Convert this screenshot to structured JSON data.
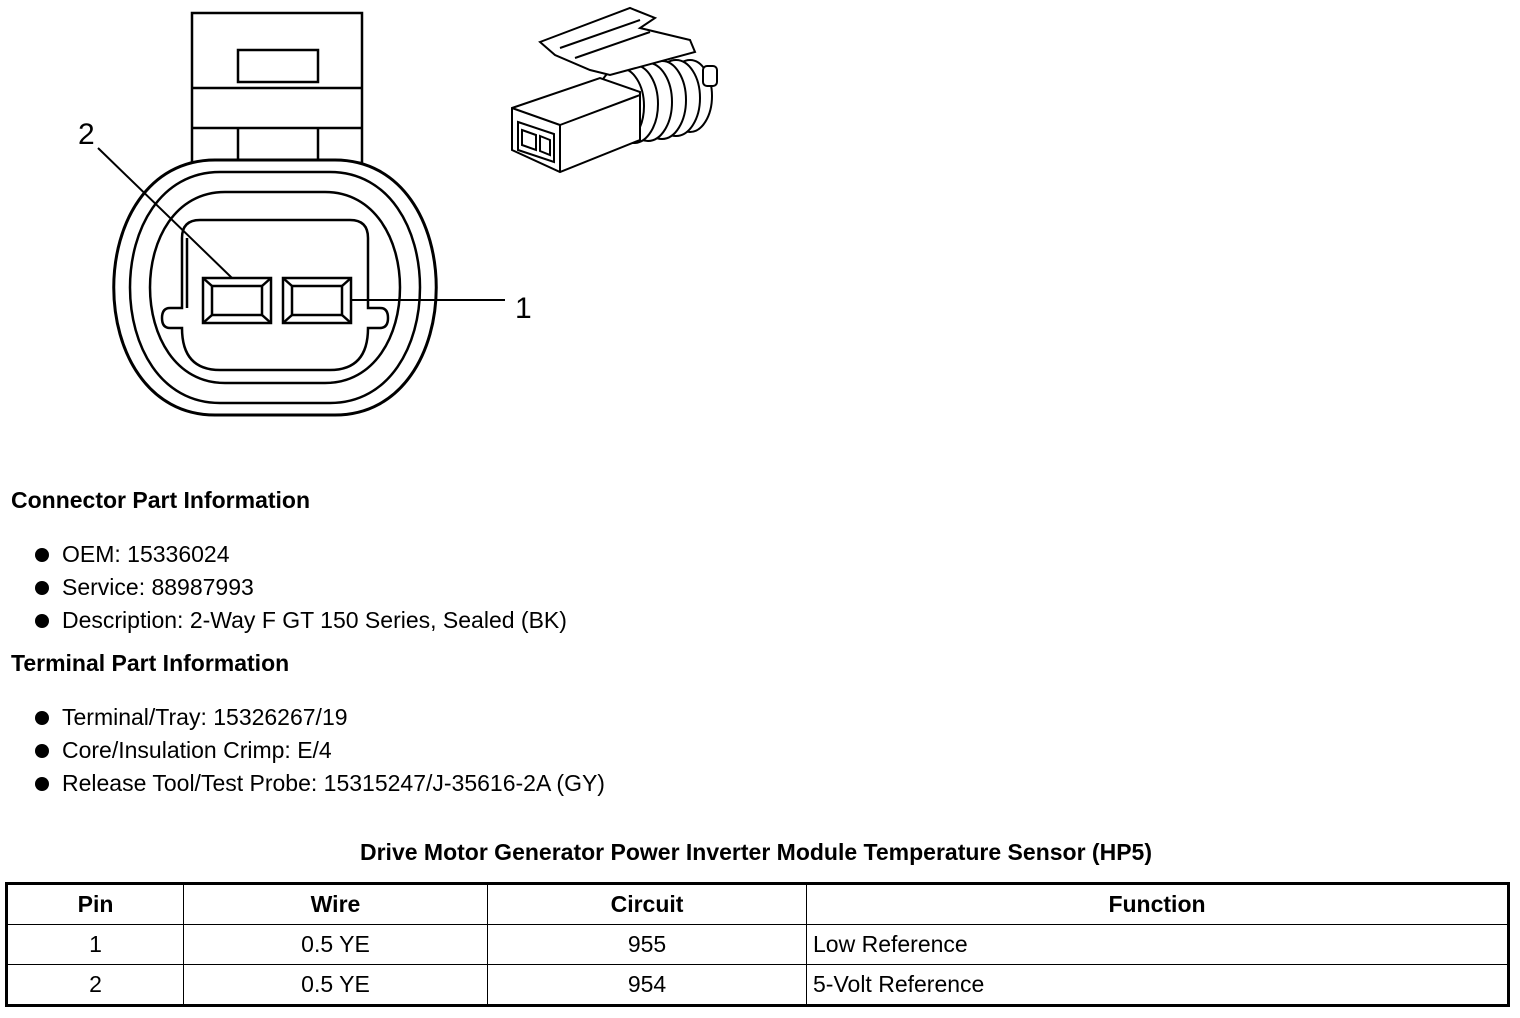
{
  "diagram": {
    "callout_pin_2": "2",
    "callout_pin_1": "1"
  },
  "connector_info": {
    "heading": "Connector Part Information",
    "items": [
      "OEM: 15336024",
      "Service: 88987993",
      "Description: 2-Way F GT 150 Series, Sealed (BK)"
    ]
  },
  "terminal_info": {
    "heading": "Terminal Part Information",
    "items": [
      "Terminal/Tray: 15326267/19",
      "Core/Insulation Crimp: E/4",
      "Release Tool/Test Probe: 15315247/J-35616-2A (GY)"
    ]
  },
  "pinout_table": {
    "title": "Drive Motor Generator Power Inverter Module Temperature Sensor (HP5)",
    "columns": [
      "Pin",
      "Wire",
      "Circuit",
      "Function"
    ],
    "rows": [
      [
        "1",
        "0.5 YE",
        "955",
        "Low Reference"
      ],
      [
        "2",
        "0.5 YE",
        "954",
        "5-Volt Reference"
      ]
    ]
  }
}
